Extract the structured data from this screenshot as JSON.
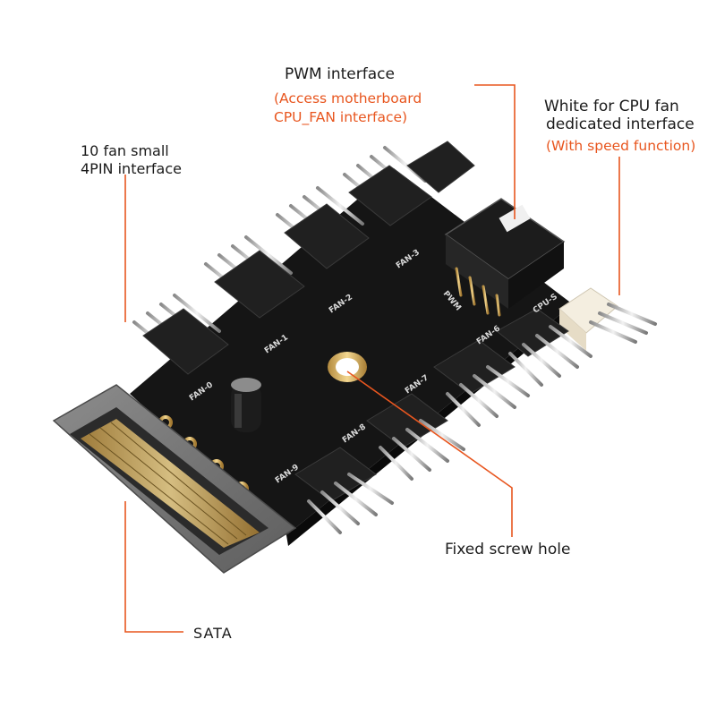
{
  "labels": {
    "pwm_title": "PWM interface",
    "pwm_note_1": "(Access motherboard",
    "pwm_note_2": "CPU_FAN interface)",
    "cpu_title_bold": "White",
    "cpu_title_rest": " for CPU fan",
    "cpu_line2": "dedicated interface",
    "cpu_note": "(With speed function)",
    "fan_small_1": "10 fan small",
    "fan_small_2": "4PIN interface",
    "screw": "Fixed screw hole",
    "sata": "SATA"
  },
  "pcb_silkscreen": {
    "fan0": "FAN-0",
    "fan1": "FAN-1",
    "fan2": "FAN-2",
    "fan3": "FAN-3",
    "fan6": "FAN-6",
    "fan7": "FAN-7",
    "fan8": "FAN-8",
    "fan9": "FAN-9",
    "cpu": "CPU-S",
    "pwm": "PWM"
  },
  "colors": {
    "accent": "#e8561f",
    "pcb": "#141414",
    "text": "#1a1a1a"
  }
}
